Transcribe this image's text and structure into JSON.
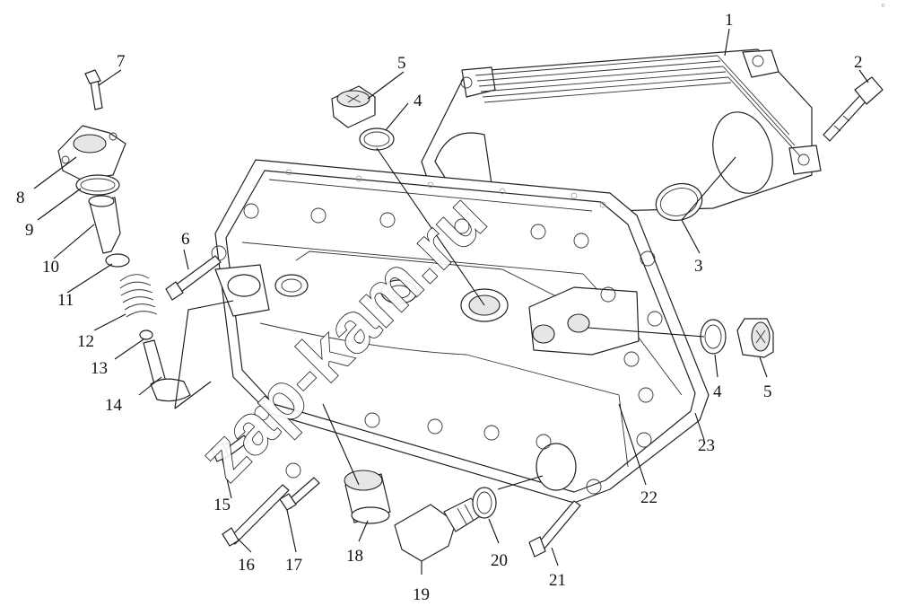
{
  "watermark": "zap-kam.ru",
  "corner_mark": "©",
  "callouts": [
    {
      "id": "c1",
      "text": "1"
    },
    {
      "id": "c2",
      "text": "2"
    },
    {
      "id": "c3",
      "text": "3"
    },
    {
      "id": "c4a",
      "text": "4"
    },
    {
      "id": "c4b",
      "text": "4"
    },
    {
      "id": "c5a",
      "text": "5"
    },
    {
      "id": "c5b",
      "text": "5"
    },
    {
      "id": "c6",
      "text": "6"
    },
    {
      "id": "c7",
      "text": "7"
    },
    {
      "id": "c8",
      "text": "8"
    },
    {
      "id": "c9",
      "text": "9"
    },
    {
      "id": "c10",
      "text": "10"
    },
    {
      "id": "c11",
      "text": "11"
    },
    {
      "id": "c12",
      "text": "12"
    },
    {
      "id": "c13",
      "text": "13"
    },
    {
      "id": "c14",
      "text": "14"
    },
    {
      "id": "c15",
      "text": "15"
    },
    {
      "id": "c16",
      "text": "16"
    },
    {
      "id": "c17",
      "text": "17"
    },
    {
      "id": "c18",
      "text": "18"
    },
    {
      "id": "c19",
      "text": "19"
    },
    {
      "id": "c20",
      "text": "20"
    },
    {
      "id": "c21",
      "text": "21"
    },
    {
      "id": "c22",
      "text": "22"
    },
    {
      "id": "c23",
      "text": "23"
    }
  ]
}
